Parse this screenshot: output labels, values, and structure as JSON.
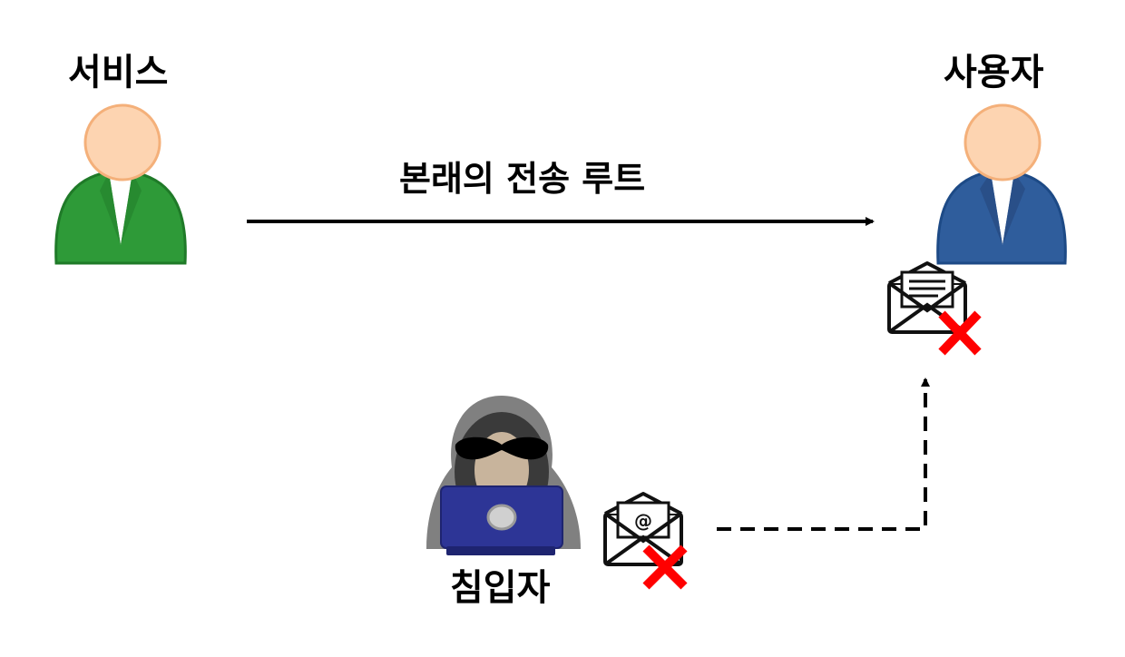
{
  "labels": {
    "service": "서비스",
    "user": "사용자",
    "original_route": "본래의 전송 루트",
    "intruder": "침입자"
  },
  "icons": {
    "service": "person-icon",
    "user": "person-icon",
    "intruder": "hacker-icon",
    "legit_mail": "envelope-letter-icon",
    "spoofed_mail": "envelope-at-icon",
    "rejected": "red-x-icon"
  },
  "colors": {
    "service_body": "#2e9a38",
    "user_body": "#2f5d9c",
    "skin": "#fdd4b1",
    "reject": "#ff0000",
    "hacker_laptop": "#2d3596"
  }
}
